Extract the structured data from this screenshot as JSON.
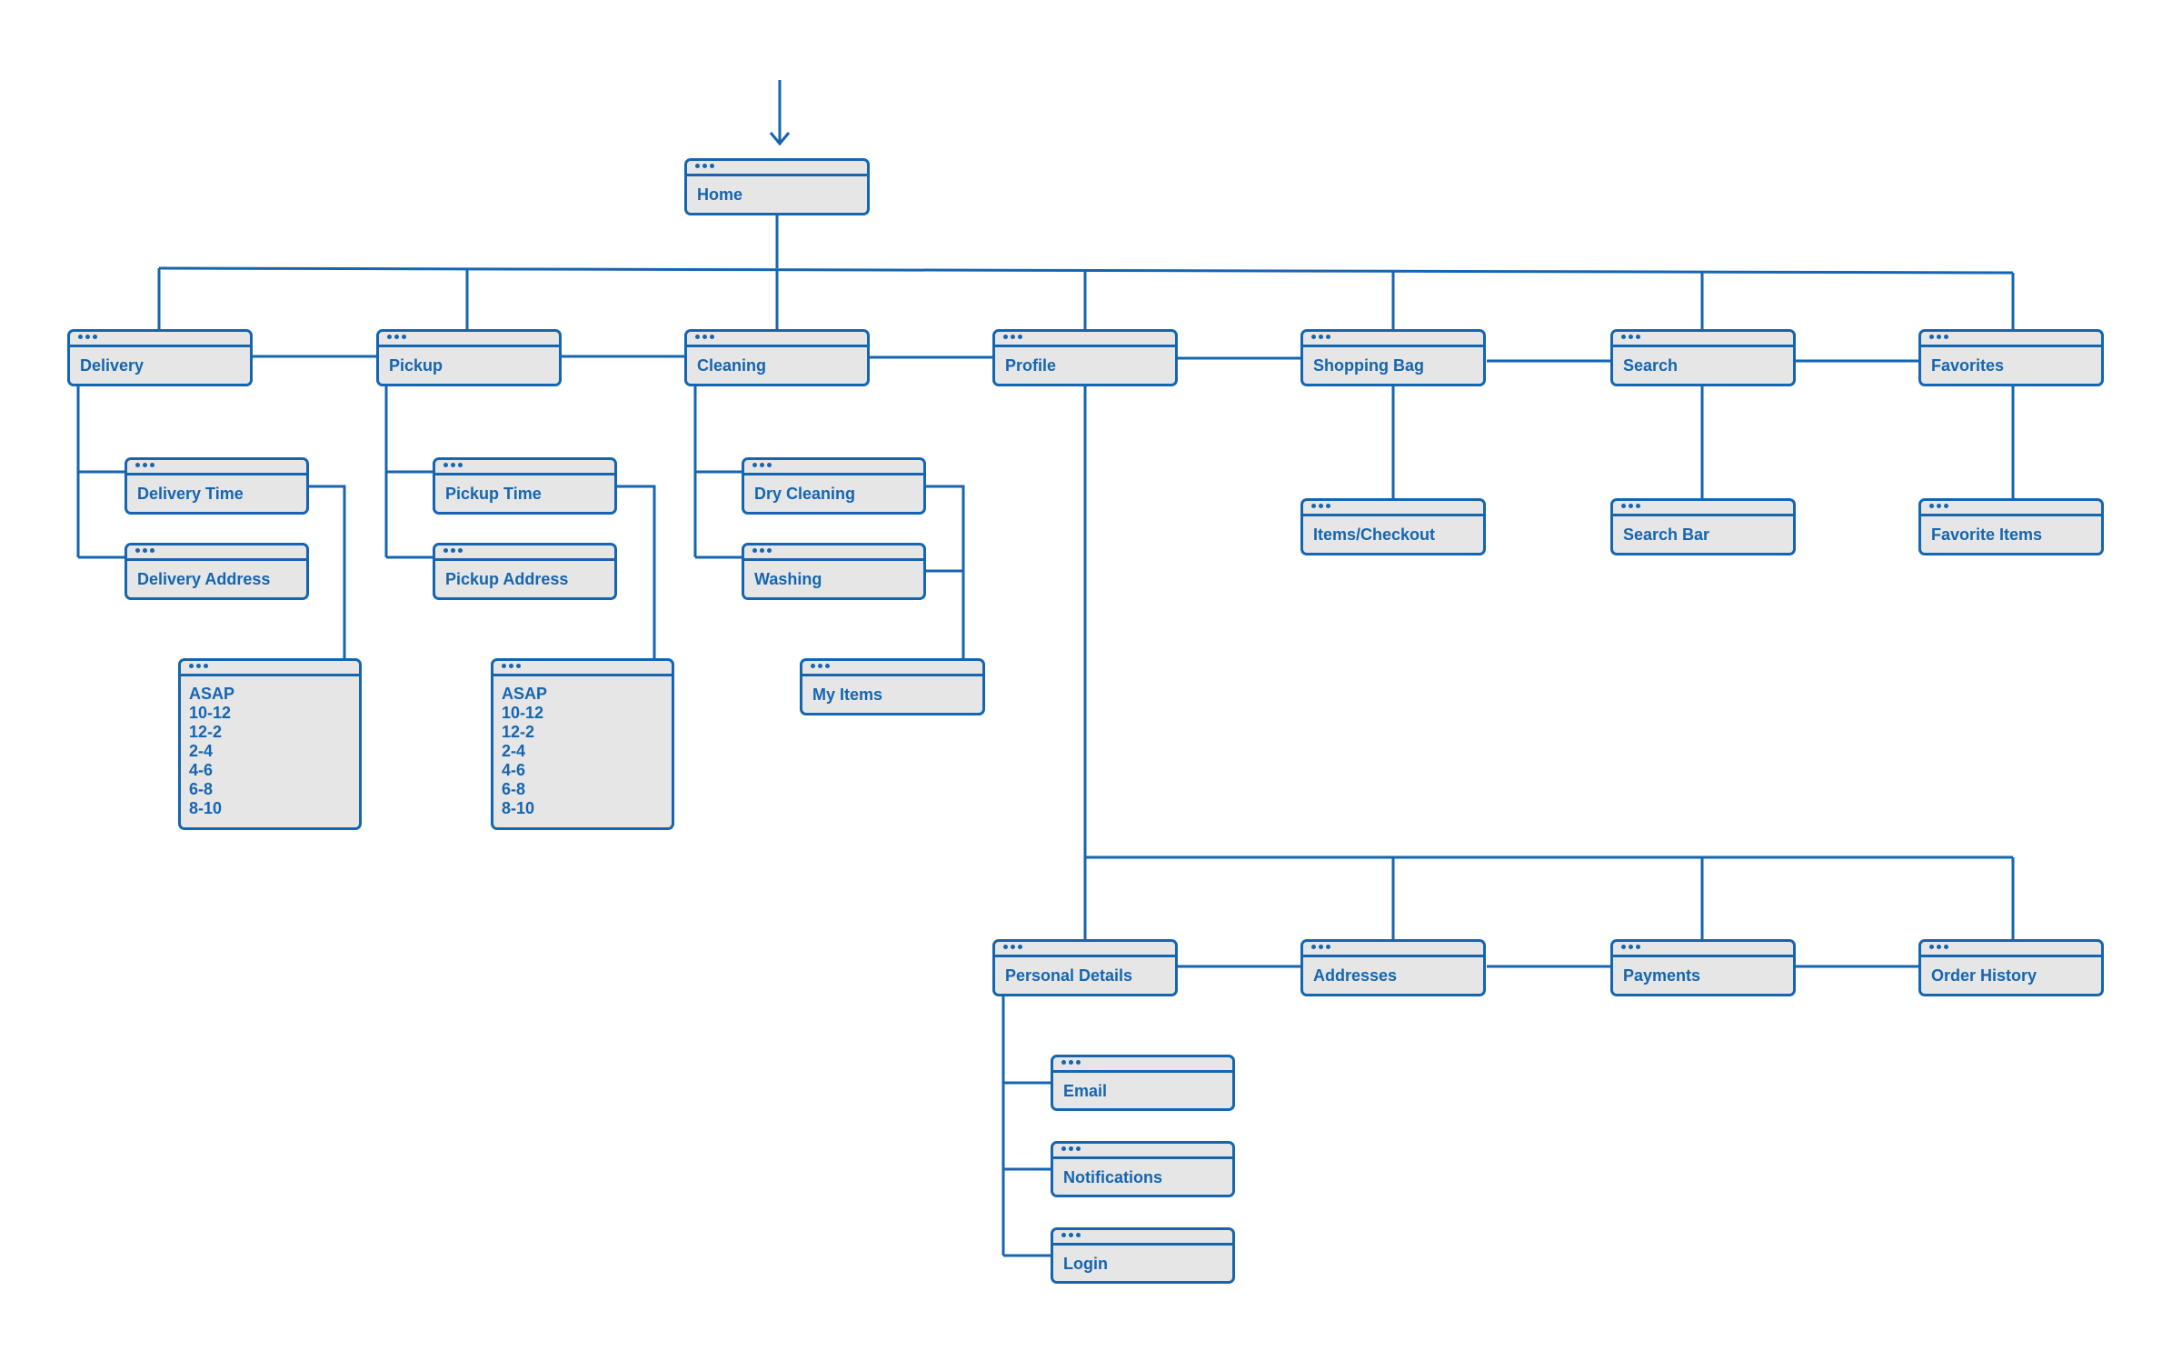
{
  "colors": {
    "line": "#1565b0",
    "box_fill": "#e6e6e6",
    "background": "#ffffff"
  },
  "nodes": {
    "home": "Home",
    "delivery": "Delivery",
    "pickup": "Pickup",
    "cleaning": "Cleaning",
    "profile": "Profile",
    "shopping_bag": "Shopping Bag",
    "search": "Search",
    "favorites": "Favorites",
    "delivery_time": "Delivery Time",
    "delivery_address": "Delivery Address",
    "pickup_time": "Pickup Time",
    "pickup_address": "Pickup Address",
    "dry_cleaning": "Dry Cleaning",
    "washing": "Washing",
    "my_items": "My Items",
    "items_checkout": "Items/Checkout",
    "search_bar": "Search Bar",
    "favorite_items": "Favorite Items",
    "personal_details": "Personal Details",
    "addresses": "Addresses",
    "payments": "Payments",
    "order_history": "Order History",
    "email": "Email",
    "notifications": "Notifications",
    "login": "Login"
  },
  "delivery_slots": [
    "ASAP",
    "10-12",
    "12-2",
    "2-4",
    "4-6",
    "6-8",
    "8-10"
  ],
  "pickup_slots": [
    "ASAP",
    "10-12",
    "12-2",
    "2-4",
    "4-6",
    "6-8",
    "8-10"
  ]
}
